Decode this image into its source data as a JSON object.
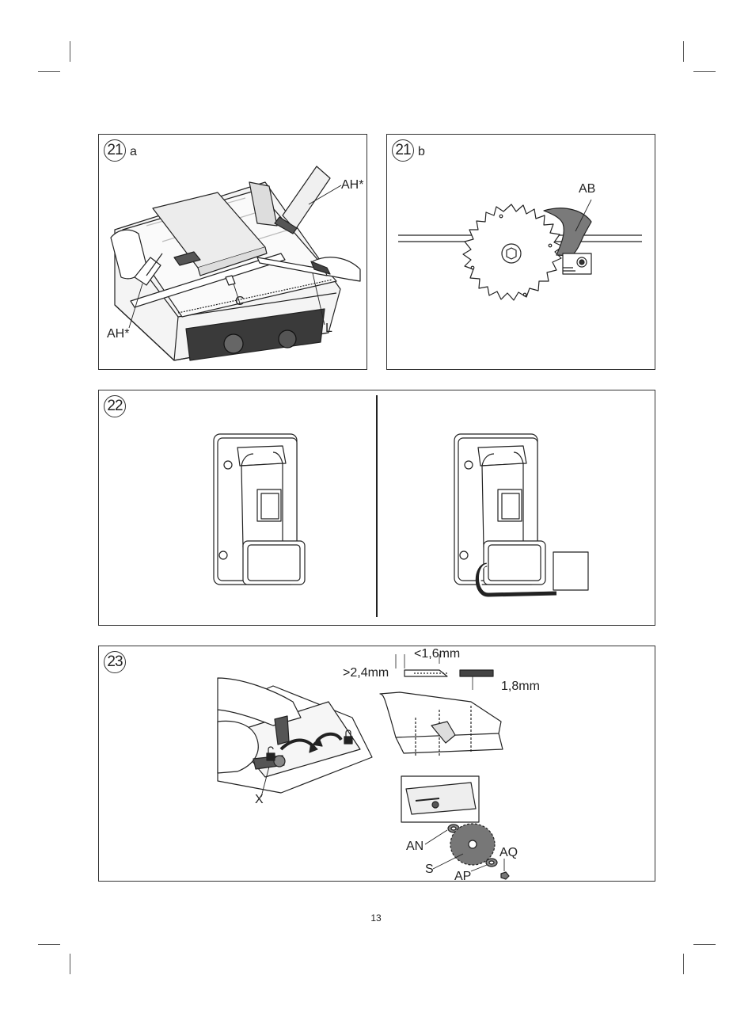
{
  "page_number": "13",
  "figures": {
    "fig21a": {
      "number": "21",
      "sub": "a",
      "labels": {
        "ah_top": "AH*",
        "ah_bottom": "AH*",
        "c": "C",
        "l": "L"
      }
    },
    "fig21b": {
      "number": "21",
      "sub": "b",
      "labels": {
        "ab": "AB"
      }
    },
    "fig22": {
      "number": "22"
    },
    "fig23": {
      "number": "23",
      "labels": {
        "dim_16": "<1,6mm",
        "dim_24": ">2,4mm",
        "dim_18": "1,8mm",
        "x": "X",
        "an": "AN",
        "s": "S",
        "ap": "AP",
        "aq": "AQ"
      }
    }
  },
  "colors": {
    "line": "#222222",
    "guard_fill": "#777777",
    "hatch": "#444444"
  },
  "icons": [
    "unlock-icon",
    "lock-icon",
    "saw-blade-icon",
    "riving-knife-icon",
    "padlock-icon"
  ]
}
